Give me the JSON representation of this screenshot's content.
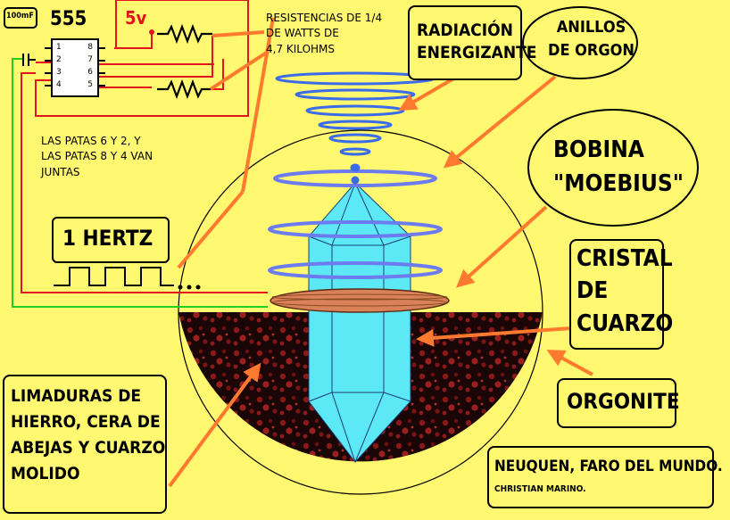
{
  "circuit": {
    "capacitor_label": "100mF",
    "chip_label": "555",
    "chip_pins_left": [
      "1",
      "2",
      "3",
      "4"
    ],
    "chip_pins_right": [
      "8",
      "7",
      "6",
      "5"
    ],
    "voltage_label": "5v",
    "resistor_note": "RESISTENCIAS DE 1/4\nDE WATTS DE\n4,7 KILOHMS",
    "pin_note": "LAS PATAS 6 Y 2, Y\nLAS PATAS 8 Y 4 VAN\nJUNTAS",
    "frequency_label": "1 HERTZ"
  },
  "labels": {
    "radiation": "RADIACIÓN\nENERGIZANTE",
    "rings": "ANILLOS\nDE ORGON",
    "coil": "BOBINA\n\"MOEBIUS\"",
    "crystal": "CRISTAL\nDE\nCUARZO",
    "orgonite": "ORGONITE",
    "fill_material": "LIMADURAS DE\nHIERRO, CERA DE\nABEJAS Y CUARZO\nMOLIDO",
    "credit_title": "NEUQUEN, FARO DEL MUNDO.",
    "credit_author": "CHRISTIAN MARINO."
  },
  "colors": {
    "background": "#fff870",
    "arrows": "#ff7a2e",
    "wire_red": "#e0141a",
    "wire_green": "#22cc22",
    "rings_blue": "#3b5de8",
    "crystal": "#5ce8f5",
    "coil": "#d9825a",
    "orgonite_base": "#1a0606"
  }
}
